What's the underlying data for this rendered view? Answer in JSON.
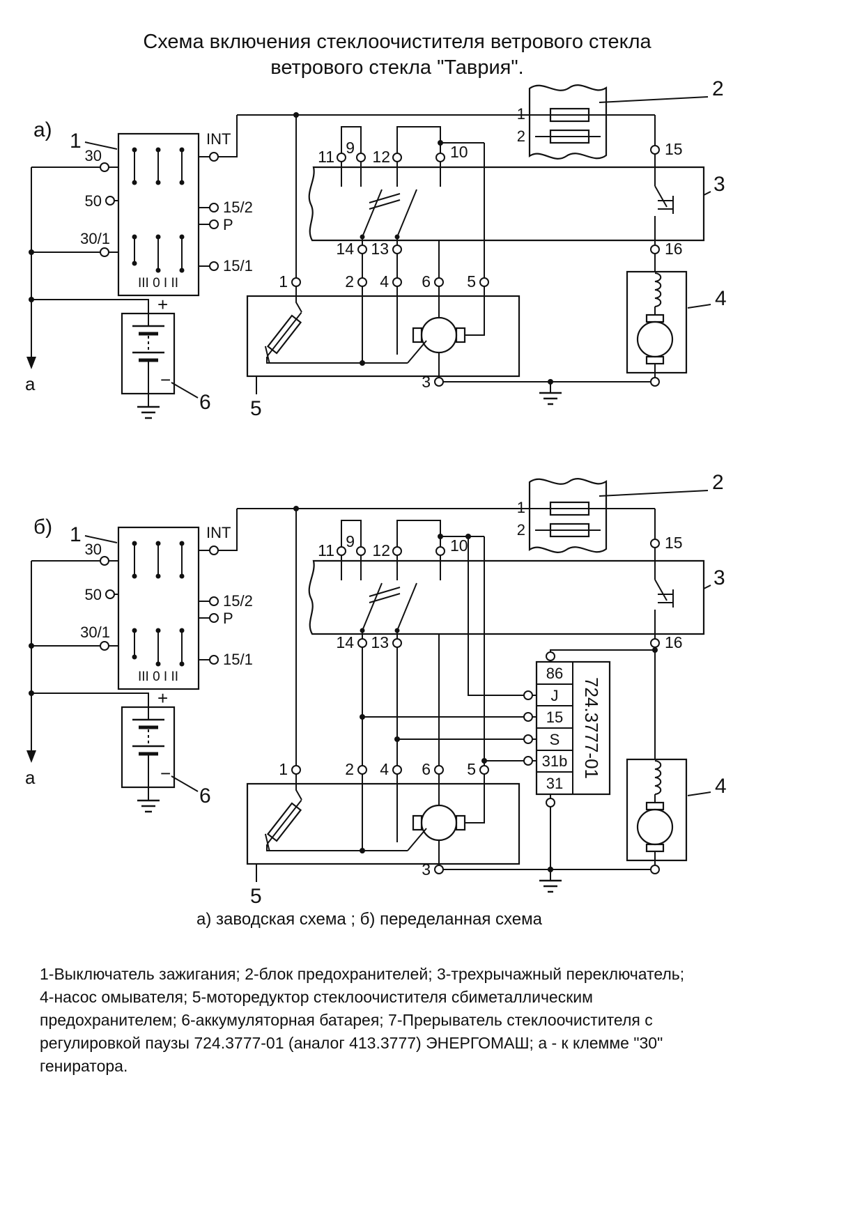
{
  "title": {
    "line1": "Схема включения стеклоочистителя ветрового стекла",
    "line2": "ветрового стекла \"Таврия\"."
  },
  "caption": "а) заводская схема ; б) переделанная схема",
  "legend_lines": [
    "1-Выключатель зажигания; 2-блок предохранителей; 3-трехрычажный переключатель;",
    "4-насос омывателя; 5-моторедуктор стеклоочистителя сбиметаллическим",
    "предохранителем; 6-аккумуляторная батарея; 7-Прерыватель стеклоочистителя с",
    "регулировкой паузы 724.3777-01 (аналог 413.3777) ЭНЕРГОМАШ; а - к клемме \"30\"",
    "гениратора."
  ],
  "labels": {
    "a": "а)",
    "b": "б)"
  },
  "callouts": {
    "c1": "1",
    "c2": "2",
    "c3": "3",
    "c4": "4",
    "c5": "5",
    "c6": "6"
  },
  "ignition": {
    "t30": "30",
    "t50": "50",
    "t30_1": "30/1",
    "int": "INT",
    "t15_2": "15/2",
    "p": "P",
    "t15_1": "15/1",
    "positions": "III 0 I II"
  },
  "battery": {
    "plus": "+",
    "minus": "−"
  },
  "gen_a": "а",
  "fuses": {
    "f1": "1",
    "f2": "2"
  },
  "sw": {
    "t15": "15",
    "t16": "16",
    "t11": "11",
    "t9": "9",
    "t12": "12",
    "t10": "10",
    "t14": "14",
    "t13": "13"
  },
  "motor": {
    "m1": "1",
    "m2": "2",
    "m4": "4",
    "m6": "6",
    "m5": "5",
    "m3": "3"
  },
  "relay": {
    "rows": [
      "86",
      "J",
      "15",
      "S",
      "31b",
      "31"
    ],
    "model": "724.3777-01"
  }
}
